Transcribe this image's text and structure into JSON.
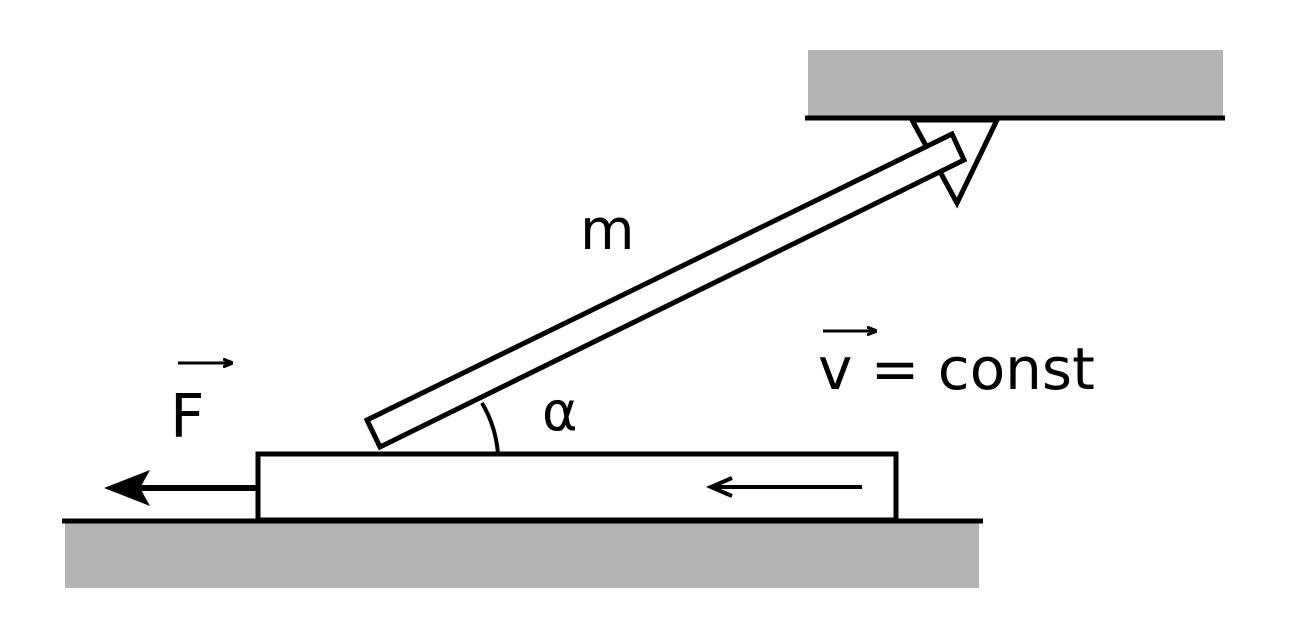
{
  "labels": {
    "mass": "m",
    "angle": "α",
    "force": "F",
    "velocity_symbol": "v",
    "velocity_rest": " = const"
  },
  "colors": {
    "stroke": "#000000",
    "surface_fill": "#b3b3b3",
    "body_fill": "#ffffff"
  }
}
